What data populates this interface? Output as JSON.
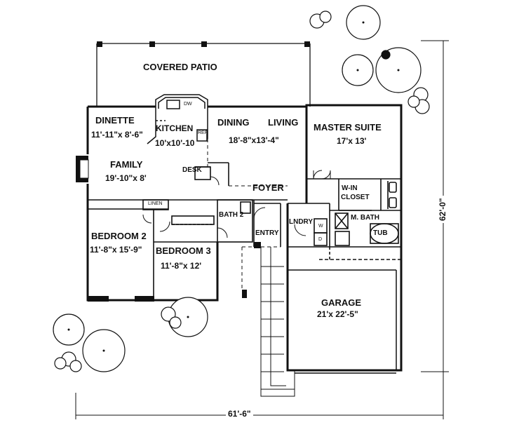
{
  "rooms": {
    "covered_patio": {
      "name": "COVERED PATIO"
    },
    "dinette": {
      "name": "DINETTE",
      "size": "11'-11\"x 8'-6\""
    },
    "kitchen": {
      "name": "KITCHEN",
      "size": "10'x10'-10"
    },
    "dining": {
      "name": "DINING"
    },
    "living": {
      "name": "LIVING"
    },
    "dining_living_size": "18'-8\"x13'-4\"",
    "master_suite": {
      "name": "MASTER SUITE",
      "size": "17'x 13'"
    },
    "family": {
      "name": "FAMILY",
      "size": "19'-10\"x 8'"
    },
    "desk": {
      "name": "DESK"
    },
    "foyer": {
      "name": "FOYER"
    },
    "walk_in_closet": {
      "name_line1": "W-IN",
      "name_line2": "CLOSET"
    },
    "linen": {
      "name": "LINEN"
    },
    "bath2": {
      "name": "BATH 2"
    },
    "laundry": {
      "name": "LNDRY"
    },
    "master_bath": {
      "name": "M. BATH"
    },
    "tub": {
      "name": "TUB"
    },
    "bedroom2": {
      "name": "BEDROOM 2",
      "size": "11'-8\"x 15'-9\""
    },
    "bedroom3": {
      "name": "BEDROOM 3",
      "size": "11'-8\"x 12'"
    },
    "entry": {
      "name": "ENTRY"
    },
    "garage": {
      "name": "GARAGE",
      "size": "21'x 22'-5\""
    }
  },
  "appliances": {
    "dishwasher": "DW",
    "refrigerator": "REF",
    "washer": "W",
    "dryer": "D"
  },
  "dimensions": {
    "overall_width": "61'-6\"",
    "overall_depth": "62'-0\""
  }
}
